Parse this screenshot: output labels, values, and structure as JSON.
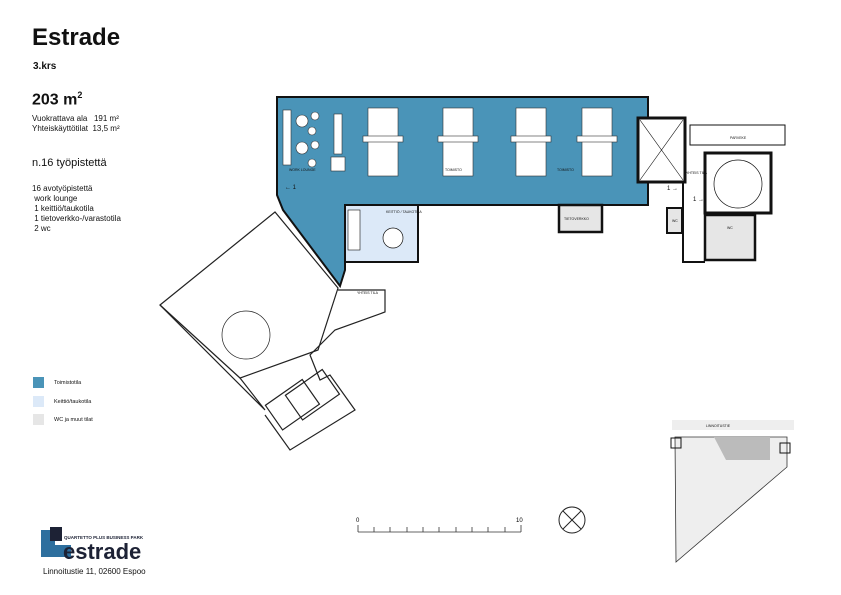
{
  "header": {
    "title": "Estrade",
    "floor": "3.krs",
    "total_area": "203 m",
    "area_sup": "2",
    "rentable_label": "Vuokrattava ala",
    "rentable_value": "191 m²",
    "common_label": "Yhteiskäyttötilat",
    "common_value": "13,5 m²"
  },
  "workstations": "n.16 työpistettä",
  "features": [
    "16 avotyöpistettä",
    " work lounge",
    " 1 keittiö/taukotila",
    " 1 tietoverkko-/varastotila",
    " 2 wc"
  ],
  "legend": [
    {
      "label": "Toimistotila",
      "color": "#4a94b8"
    },
    {
      "label": "Keittiö/taukotila",
      "color": "#dce9f8"
    },
    {
      "label": "WC ja muut tilat",
      "color": "#e6e6e6"
    }
  ],
  "plan_labels": {
    "lounge": "WORK LOUNGE",
    "office1": "TOIMISTO",
    "office2": "TOIMISTO",
    "kitchen": "KEITTIÖ / TAUKOTILA",
    "network": "TIETOVERKKO",
    "balcony": "PARVEKE",
    "lobby": "YHTEIS TILA",
    "lobby2": "YHTEIS TILA",
    "wc": "WC",
    "wc2": "WC",
    "exit1": "← 1",
    "exit2": "1 →",
    "exit3": "1 →",
    "street": "LINNOITUSTIE"
  },
  "scale": {
    "start": "0",
    "end": "10"
  },
  "logo": {
    "tagline": "QUARTETTO PLUS BUSINESS PARK",
    "name": "estrade"
  },
  "address": "Linnoitustie 11, 02600 Espoo"
}
